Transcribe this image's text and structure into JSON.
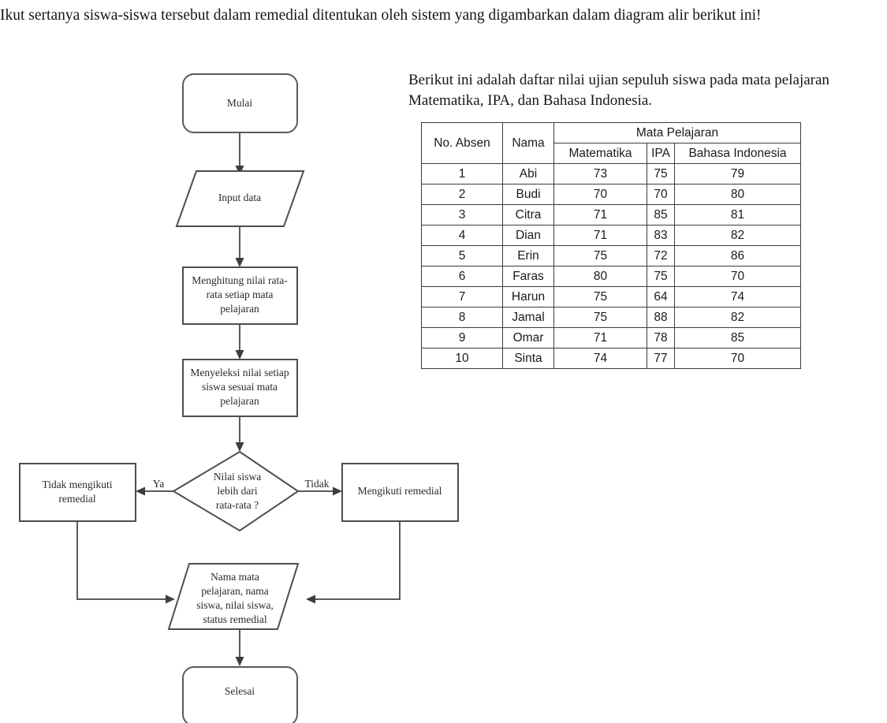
{
  "intro": {
    "paragraph": "Ikut sertanya siswa-siswa tersebut dalam remedial ditentukan oleh sistem yang digambarkan dalam diagram alir berikut ini!"
  },
  "table_section": {
    "intro": "Berikut ini adalah daftar nilai ujian sepuluh siswa pada mata pelajaran Matematika, IPA, dan Bahasa Indonesia.",
    "headers": {
      "no_absen": "No. Absen",
      "nama": "Nama",
      "group": "Mata Pelajaran",
      "matematika": "Matematika",
      "ipa": "IPA",
      "bahasa_indonesia": "Bahasa Indonesia"
    },
    "rows": [
      {
        "no": "1",
        "nama": "Abi",
        "matematika": "73",
        "ipa": "75",
        "bahasa": "79"
      },
      {
        "no": "2",
        "nama": "Budi",
        "matematika": "70",
        "ipa": "70",
        "bahasa": "80"
      },
      {
        "no": "3",
        "nama": "Citra",
        "matematika": "71",
        "ipa": "85",
        "bahasa": "81"
      },
      {
        "no": "4",
        "nama": "Dian",
        "matematika": "71",
        "ipa": "83",
        "bahasa": "82"
      },
      {
        "no": "5",
        "nama": "Erin",
        "matematika": "75",
        "ipa": "72",
        "bahasa": "86"
      },
      {
        "no": "6",
        "nama": "Faras",
        "matematika": "80",
        "ipa": "75",
        "bahasa": "70"
      },
      {
        "no": "7",
        "nama": "Harun",
        "matematika": "75",
        "ipa": "64",
        "bahasa": "74"
      },
      {
        "no": "8",
        "nama": "Jamal",
        "matematika": "75",
        "ipa": "88",
        "bahasa": "82"
      },
      {
        "no": "9",
        "nama": "Omar",
        "matematika": "71",
        "ipa": "78",
        "bahasa": "85"
      },
      {
        "no": "10",
        "nama": "Sinta",
        "matematika": "74",
        "ipa": "77",
        "bahasa": "70"
      }
    ]
  },
  "flowchart": {
    "nodes": {
      "start": {
        "label": "Mulai",
        "shape": "terminator"
      },
      "input": {
        "label": "Input data",
        "shape": "parallelogram"
      },
      "process_average": {
        "line1": "Menghitung nilai rata-",
        "line2": "rata setiap mata",
        "line3": "pelajaran",
        "shape": "process"
      },
      "process_select": {
        "line1": "Menyeleksi nilai setiap",
        "line2": "siswa sesuai mata",
        "line3": "pelajaran",
        "shape": "process"
      },
      "decision": {
        "line1": "Nilai siswa",
        "line2": "lebih dari",
        "line3": "rata-rata ?",
        "shape": "diamond"
      },
      "no_remedial": {
        "line1": "Tidak mengikuti",
        "line2": "remedial",
        "shape": "process"
      },
      "yes_remedial": {
        "label": "Mengikuti remedial",
        "shape": "process"
      },
      "output": {
        "line1": "Nama mata",
        "line2": "pelajaran, nama",
        "line3": "siswa, nilai siswa,",
        "line4": "status remedial",
        "shape": "parallelogram"
      },
      "end": {
        "label": "Selesai",
        "shape": "terminator"
      }
    },
    "edge_labels": {
      "yes": "Ya",
      "no": "Tidak"
    },
    "colors": {
      "stroke": "#5a5a5a",
      "text": "#2b2b2b",
      "fill": "#ffffff"
    }
  }
}
